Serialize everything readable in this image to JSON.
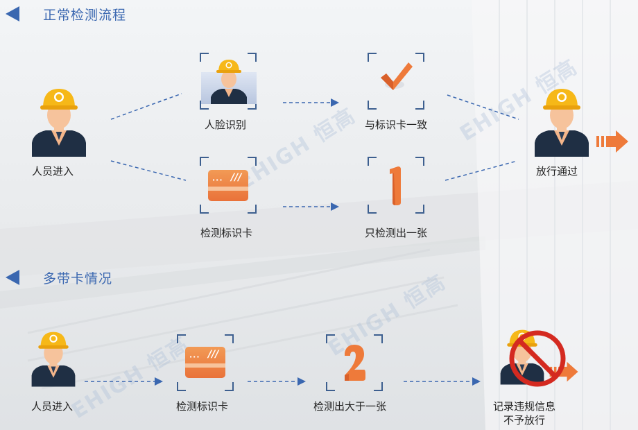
{
  "section1": {
    "title": "正常检测流程"
  },
  "section2": {
    "title": "多带卡情况"
  },
  "flow1": {
    "person_enter": "人员进入",
    "face_recognition": "人脸识别",
    "match_card": "与标识卡一致",
    "detect_card": "检测标识卡",
    "only_one": "只检测出一张",
    "pass": "放行通过"
  },
  "flow2": {
    "person_enter": "人员进入",
    "detect_card": "检测标识卡",
    "more_than_one": "检测出大于一张",
    "violation_line1": "记录违规信息",
    "violation_line2": "不予放行"
  },
  "watermark": {
    "brand": "EHIGH 恒高"
  },
  "colors": {
    "accent": "#3a67b0",
    "orange": "#ee7a3a",
    "helmet": "#f6b818",
    "red": "#d42a20"
  }
}
